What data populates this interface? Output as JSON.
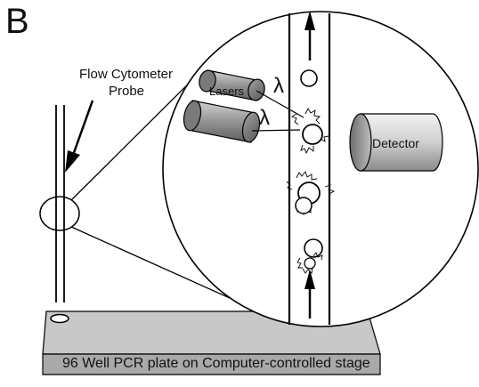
{
  "panel_letter": "B",
  "probe": {
    "label_line1": "Flow Cytometer",
    "label_line2": "Probe"
  },
  "lasers": {
    "label": "Lasers",
    "wavelength_symbol": "λ"
  },
  "detector": {
    "label": "Detector"
  },
  "plate": {
    "label": "96 Well PCR plate on Computer-controlled stage"
  },
  "colors": {
    "outline": "#000000",
    "plate_top": "#c8c8c8",
    "plate_front": "#a9a9a9",
    "laser_light": "#d4d4d4",
    "laser_dark": "#6f6f6f",
    "detector_light": "#e6e6e6",
    "detector_dark": "#8a8a8a"
  },
  "icons": [
    "flow-arrow-up-icon",
    "probe-pointer-arrow-icon",
    "particle-icon",
    "fluorescent-particle-icon"
  ]
}
